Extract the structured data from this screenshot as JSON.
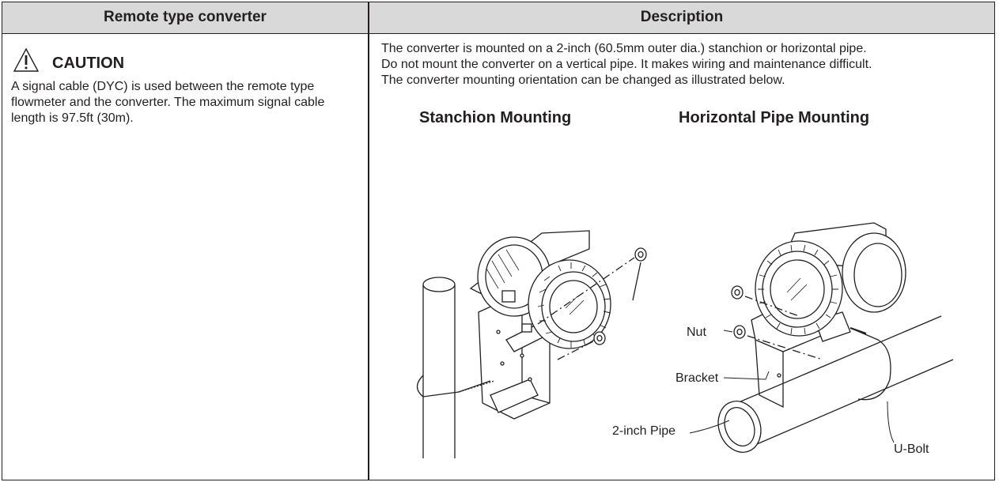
{
  "table": {
    "col1_header": "Remote type converter",
    "col2_header": "Description"
  },
  "caution": {
    "icon": "warning-triangle-icon",
    "title": "CAUTION",
    "text": "A signal cable (DYC) is used between the remote type flowmeter and the converter. The maximum signal cable length is 97.5ft (30m)."
  },
  "description": {
    "lines": [
      "The converter is mounted on a 2-inch (60.5mm outer dia.) stanchion or horizontal pipe.",
      "Do not mount the converter on a vertical pipe. It makes wiring and maintenance difficult.",
      "The converter mounting orientation can be changed as illustrated below."
    ]
  },
  "figures": {
    "stanchion_title": "Stanchion Mounting",
    "horizontal_title": "Horizontal Pipe Mounting",
    "labels": {
      "nut": "Nut",
      "bracket": "Bracket",
      "pipe": "2-inch Pipe",
      "ubolt": "U-Bolt"
    }
  }
}
